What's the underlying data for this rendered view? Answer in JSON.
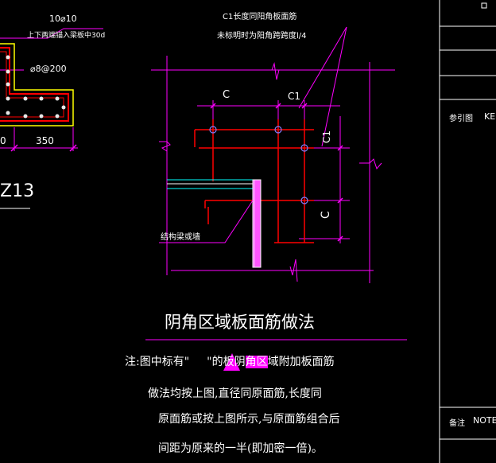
{
  "colors": {
    "background": "#000000",
    "magenta": "#ff00ff",
    "red": "#ff0000",
    "yellow": "#ffff00",
    "cyan": "#00ffff",
    "white": "#ffffff",
    "blue_circle": "#7f7fff",
    "highlight": "#ff00ff",
    "rebar_fill": "#e8e8e8"
  },
  "left_section": {
    "top_rebar_label": "10⌀10",
    "top_rebar_note": "上下两端锚入梁板中30d",
    "stirrup_label": "⌀8@200",
    "dim_left": "0",
    "dim_right": "350",
    "section_tag": "Z13"
  },
  "detail": {
    "note_line1": "C1长度同阳角板面筋",
    "note_line2": "未标明时为阳角跨跨度l/4",
    "dim_c": "C",
    "dim_c1": "C1",
    "dim_c1_vertical": "C1",
    "dim_c_vertical": "C",
    "structure_label": "结构梁或墙"
  },
  "title_block": {
    "ref_label": "参引图",
    "ref_value": "KE",
    "note_label": "备注",
    "note_value": "NOTE"
  },
  "notes": {
    "title": "阴角区域板面筋做法",
    "line1_pre": "注:图中标有\"",
    "line1_mid": "\"的板阴",
    "line1_hl": "角区",
    "line1_post": "域附加板面筋",
    "line2": "做法均按上图,直径同原面筋,长度同",
    "line3": "原面筋或按上图所示,与原面筋组合后",
    "line4": "间距为原来的一半(即加密一倍)。"
  }
}
